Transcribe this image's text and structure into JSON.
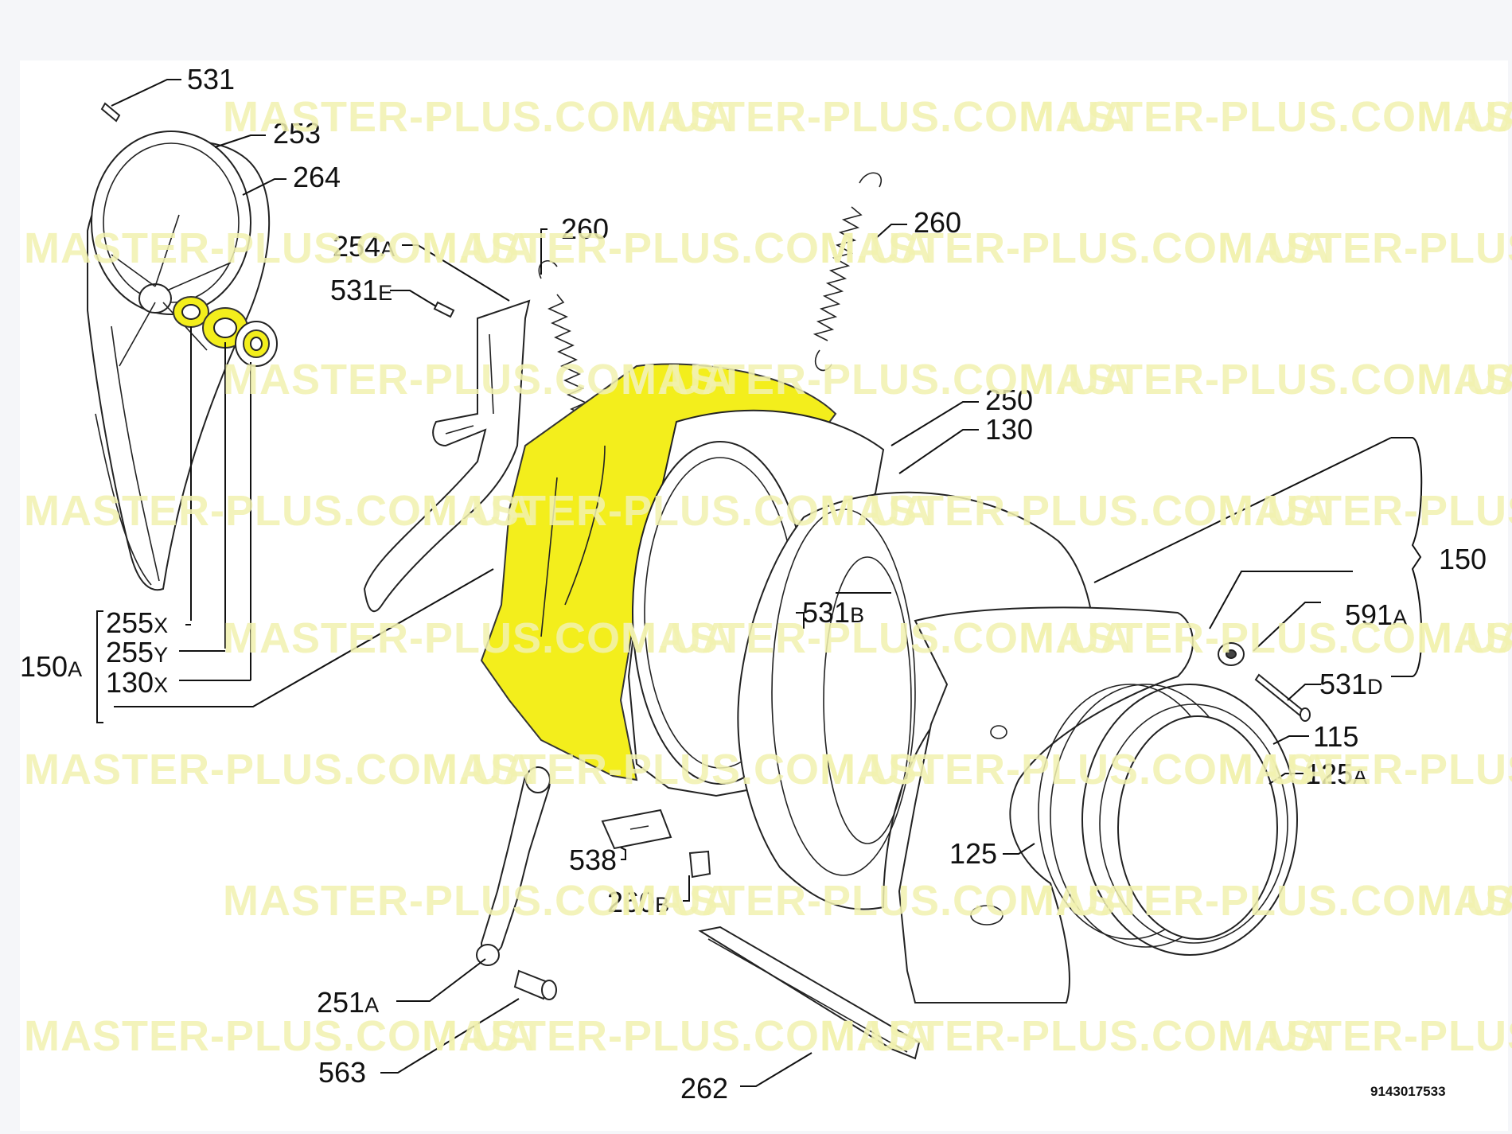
{
  "watermark": {
    "text": "MASTER-PLUS.COM.UA",
    "color": "#f2f2b0"
  },
  "highlight_color": "#f3ee1c",
  "diagram_code": "9143017533",
  "labels": {
    "l531": "531",
    "l253": "253",
    "l264": "264",
    "l254": "254",
    "l254s": "A",
    "l531e": "531",
    "l531es": "E",
    "l260a": "260",
    "l260b": "260",
    "l250": "250",
    "l130": "130",
    "l150": "150",
    "l591": "591",
    "l591s": "A",
    "l531b": "531",
    "l531bs": "B",
    "l531d": "531",
    "l531ds": "D",
    "l115": "115",
    "l125a": "125",
    "l125as": "A",
    "l125": "125",
    "l255x": "255",
    "l255xs": "X",
    "l255y": "255",
    "l255ys": "Y",
    "l130x": "130",
    "l130xs": "X",
    "l150a": "150",
    "l150as": "A",
    "l538": "538",
    "l260bb": "260",
    "l260bbs": "B",
    "l251": "251",
    "l251s": "A",
    "l563": "563",
    "l262": "262"
  }
}
